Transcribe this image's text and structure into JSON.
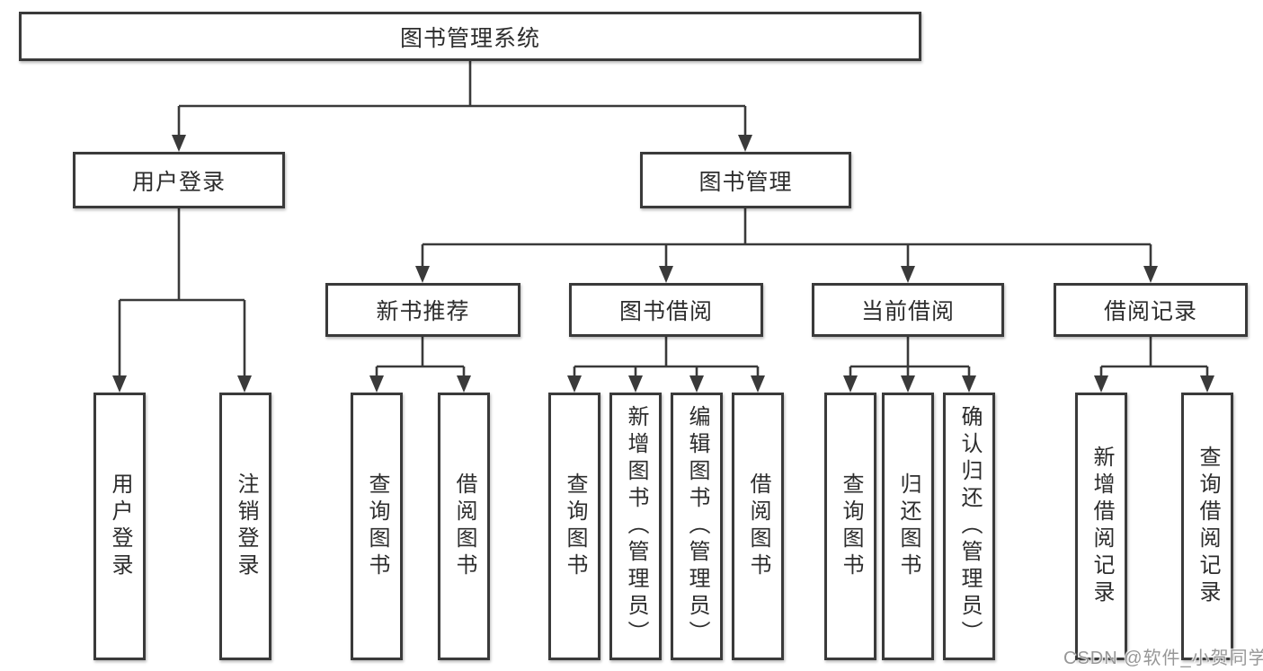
{
  "tree": {
    "root": {
      "label": "图书管理系统",
      "children": [
        {
          "label": "用户登录",
          "children": [
            {
              "label": "用户登录"
            },
            {
              "label": "注销登录"
            }
          ]
        },
        {
          "label": "图书管理",
          "children": [
            {
              "label": "新书推荐",
              "children": [
                {
                  "label": "查询图书"
                },
                {
                  "label": "借阅图书"
                }
              ]
            },
            {
              "label": "图书借阅",
              "children": [
                {
                  "label": "查询图书"
                },
                {
                  "label": "新增图书（管理员）"
                },
                {
                  "label": "编辑图书（管理员）"
                },
                {
                  "label": "借阅图书"
                }
              ]
            },
            {
              "label": "当前借阅",
              "children": [
                {
                  "label": "查询图书"
                },
                {
                  "label": "归还图书"
                },
                {
                  "label": "确认归还（管理员）"
                }
              ]
            },
            {
              "label": "借阅记录",
              "children": [
                {
                  "label": "新增借阅记录"
                },
                {
                  "label": "查询借阅记录"
                }
              ]
            }
          ]
        }
      ]
    }
  },
  "watermark": "CSDN @软件_小贺同学",
  "colors": {
    "line": "#3a3a3a",
    "border": "#3a3a3a",
    "text": "#2d2d2d",
    "watermark": "#979797",
    "background": "#ffffff"
  }
}
